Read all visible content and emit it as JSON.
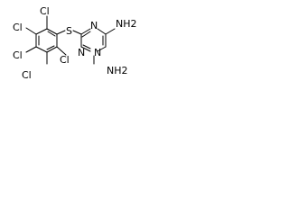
{
  "molecule": {
    "atoms": {
      "cl_top": "Cl",
      "cl_upper_left": "Cl",
      "cl_left": "Cl",
      "cl_lower_left": "Cl",
      "cl_bottom": "Cl",
      "sulfur": "S",
      "n_ring_top_right": "N",
      "n_ring_bottom_right": "N",
      "n_ring_bottom_left": "N",
      "nh2_top": "NH2",
      "nh2_bottom": "NH2"
    },
    "colors": {
      "bond": "#000000",
      "text": "#000000",
      "background": "#ffffff"
    }
  }
}
